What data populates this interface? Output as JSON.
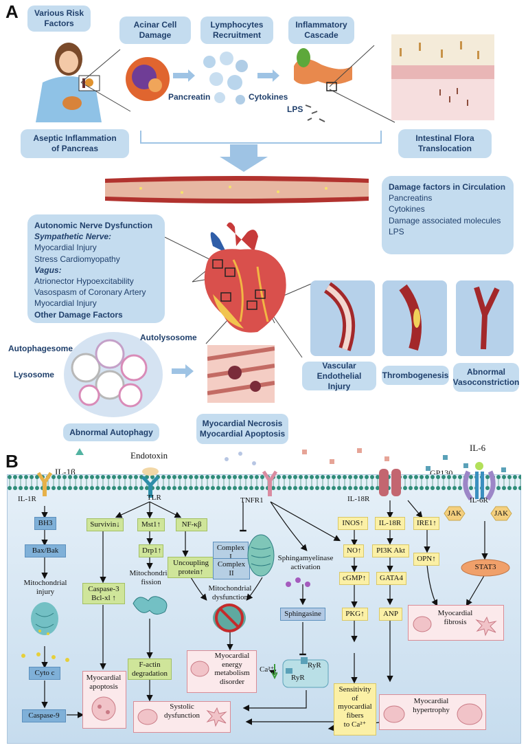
{
  "panel_a": {
    "letter": "A",
    "risk_factors": "Various Risk\nFactors",
    "acinar": "Acinar Cell\nDamage",
    "lymphocytes": "Lymphocytes\nRecruitment",
    "inflammatory": "Inflammatory\nCascade",
    "pancreatin": "Pancreatin",
    "cytokines": "Cytokines",
    "lps": "LPS",
    "aseptic": "Aseptic Inflammation\nof Pancreas",
    "intestinal": "Intestinal Flora\nTranslocation",
    "circulation": {
      "title": "Damage factors in Circulation",
      "items": [
        "Pancreatins",
        "Cytokines",
        "Damage associated molecules",
        "LPS"
      ]
    },
    "autonomic": {
      "title": "Autonomic Nerve Dysfunction",
      "symp": "Sympathetic Nerve:",
      "symp_items": [
        "Myocardial Injury",
        "Stress Cardiomyopathy"
      ],
      "vagus": "Vagus:",
      "vagus_items": [
        "Atrionector Hypoexcitability",
        "Vasospasm of Coronary Artery",
        "Myocardial Injury"
      ],
      "other": "Other Damage Factors"
    },
    "autolysosome": "Autolysosome",
    "autophagosome": "Autophagesome",
    "lysosome": "Lysosome",
    "abnormal_autophagy": "Abnormal Autophagy",
    "necrosis": "Myocardial Necrosis\nMyocardial Apoptosis",
    "vascular": "Vascular\nEndothelial Injury",
    "thrombo": "Thrombogenesis",
    "vasocon": "Abnormal\nVasoconstriction"
  },
  "panel_b": {
    "letter": "B",
    "il1b": "IL-1β",
    "endotoxin": "Endotoxin",
    "il6": "IL-6",
    "gp130": "GP130",
    "il1r": "IL-1R",
    "tlr": "TLR",
    "tnfr1": "TNFR1",
    "il18r": "IL-18R",
    "il6r": "IL-6R",
    "jak": "JAK",
    "bh3": "BH3",
    "baxbak": "Bax/Bak",
    "mito_injury": "Mitochondrial\ninjury",
    "cytoc": "Cyto c",
    "casp9": "Caspase-9",
    "survivin": "Survivin↓",
    "casp3": "Caspase-3\nBcl-xl ↑",
    "apoptosis": "Myocardial\napoptosis",
    "mst1": "Mst1↑",
    "drp1": "Drp1↑",
    "mito_fission": "Mitochondrial\nfission",
    "factin": "F-actin\ndegradation",
    "systolic": "Systolic\ndysfunction",
    "nfkb": "NF-κβ",
    "uncoupling": "Uncoupling\nprotein↑",
    "complex1": "Complex I",
    "complex2": "Complex II",
    "mito_dys": "Mitochondrial\ndysfunction",
    "energy": "Myocardial\nenergy\nmetabolism\ndisorder",
    "sphingo_act": "Sphingamyelinase\nactivation",
    "sphingasine": "Sphingasine",
    "ryr1": "RyR",
    "ryr2": "RyR",
    "ca": "Ca²⁺",
    "inos": "INOS↑",
    "no": "NO↑",
    "cgmp": "cGMP↑",
    "pkg": "PKG↑",
    "sensitivity": "Sensitivity\nof\nmyocardial\nfibers\nto Ca²⁺",
    "il18r2": "IL-18R",
    "pi3k": "PI3K Akt",
    "gata4": "GATA4",
    "anp": "ANP",
    "hypertrophy": "Myocardial\nhypertrophy",
    "ire1": "IRE1↑",
    "opn": "OPN↑",
    "stat3": "STAT3",
    "fibrosis": "Myocardial\nfibrosis"
  }
}
